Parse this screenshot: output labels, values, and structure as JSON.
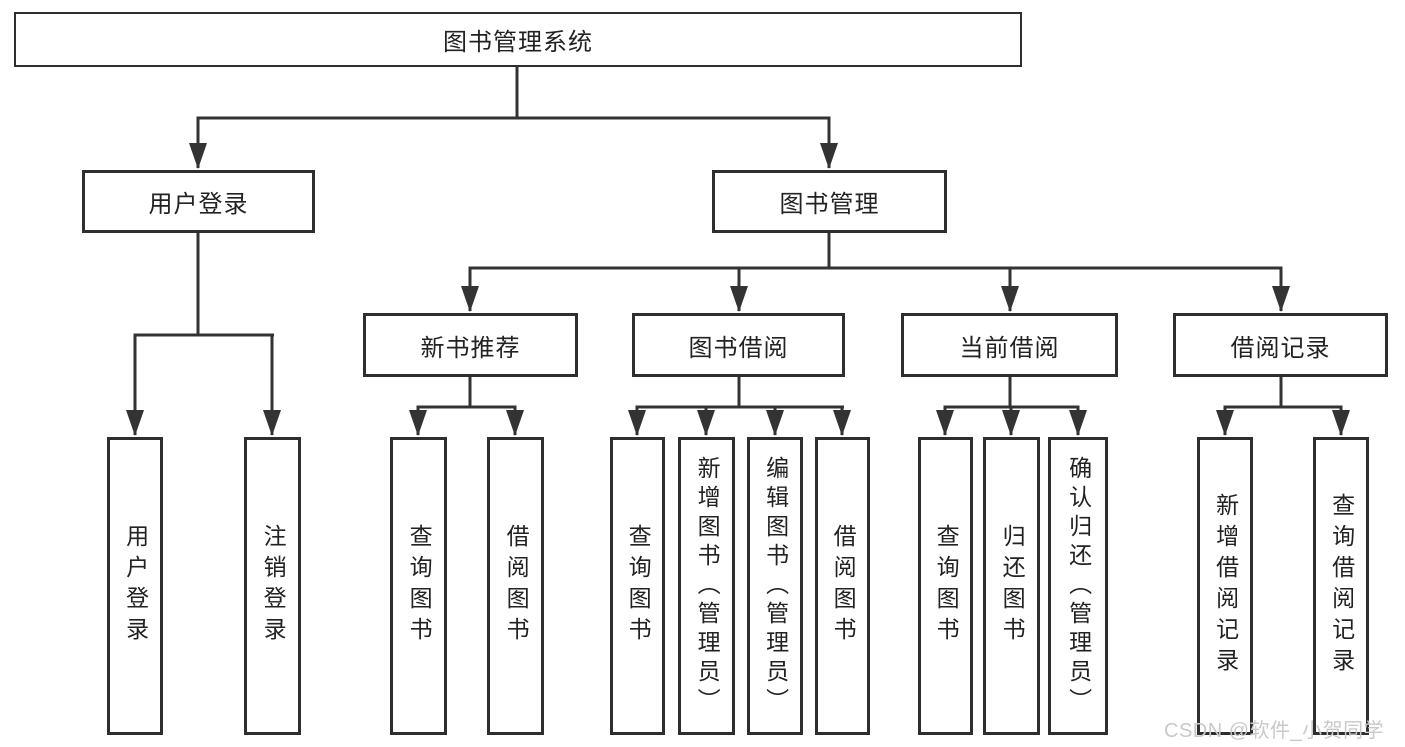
{
  "colors": {
    "background": "#ffffff",
    "line": "#333333",
    "box_border": "#2e2e2e",
    "text": "#222222",
    "watermark": "#c9c9c9"
  },
  "watermark": {
    "text": "CSDN @软件_小贺同学"
  },
  "tree": {
    "root": {
      "label": "图书管理系统",
      "children": [
        {
          "label": "用户登录",
          "children": [
            {
              "label": "用户登录"
            },
            {
              "label": "注销登录"
            }
          ]
        },
        {
          "label": "图书管理",
          "children": [
            {
              "label": "新书推荐",
              "children": [
                {
                  "label": "查询图书"
                },
                {
                  "label": "借阅图书"
                }
              ]
            },
            {
              "label": "图书借阅",
              "children": [
                {
                  "label": "查询图书"
                },
                {
                  "label": "新增图书（管理员）"
                },
                {
                  "label": "编辑图书（管理员）"
                },
                {
                  "label": "借阅图书"
                }
              ]
            },
            {
              "label": "当前借阅",
              "children": [
                {
                  "label": "查询图书"
                },
                {
                  "label": "归还图书"
                },
                {
                  "label": "确认归还（管理员）"
                }
              ]
            },
            {
              "label": "借阅记录",
              "children": [
                {
                  "label": "新增借阅记录"
                },
                {
                  "label": "查询借阅记录"
                }
              ]
            }
          ]
        }
      ]
    }
  }
}
